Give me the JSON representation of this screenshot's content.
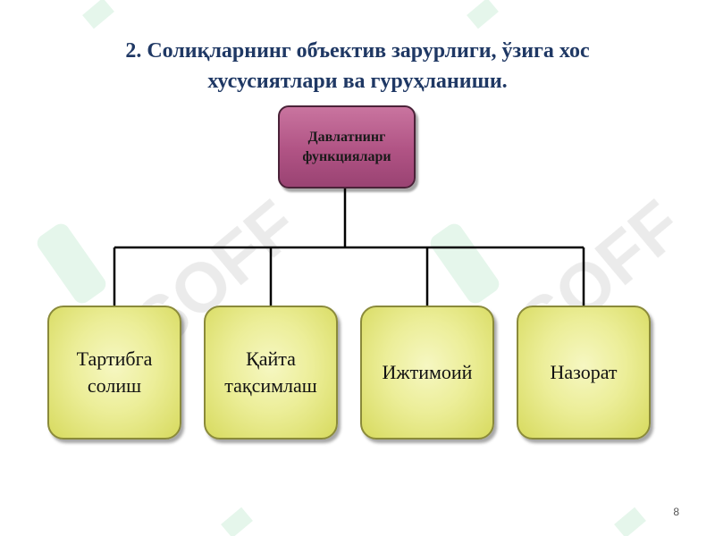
{
  "slide": {
    "title_line1": "2. Солиқларнинг объектив зарурлиги, ўзига хос",
    "title_line2": "хусусиятлари ва гуруҳланиши.",
    "page_number": "8"
  },
  "diagram": {
    "root": {
      "label": "Давлатнинг\nфункциялари",
      "color": "#b05384"
    },
    "children": [
      {
        "label": "Тартибга\nсолиш"
      },
      {
        "label": "Қайта\nтақсимлаш"
      },
      {
        "label": "Ижтимоий"
      },
      {
        "label": "Назорат"
      }
    ],
    "child_color": "#ecee99",
    "title_color": "#1f3864"
  },
  "watermark": {
    "text": "SOFF",
    "color": "#b9e2c8"
  }
}
